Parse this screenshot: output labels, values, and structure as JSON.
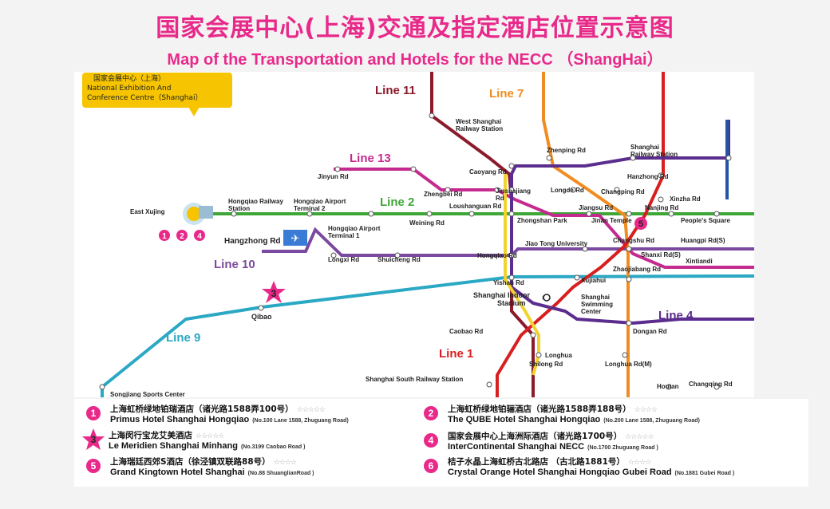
{
  "title_cn": "国家会展中心(上海)交通及指定酒店位置示意图",
  "title_en": "Map of the Transportation and Hotels for the NECC （ShangHai）",
  "callout": {
    "cn": "国家会展中心（上海）",
    "en1": "National Exhibition And",
    "en2": "Conference Centre（Shanghai）"
  },
  "venue_markers": [
    "1",
    "2",
    "4"
  ],
  "qibao_marker": "3",
  "jinan_marker": "5",
  "lines": {
    "line11": {
      "name": "Line 11",
      "color": "#8b1a2b"
    },
    "line7": {
      "name": "Line 7",
      "color": "#f08c20"
    },
    "line13": {
      "name": "Line 13",
      "color": "#c42a8f"
    },
    "line2": {
      "name": "Line 2",
      "color": "#3ea637"
    },
    "line10": {
      "name": "Line 10",
      "color": "#7b4aa0"
    },
    "line9": {
      "name": "Line 9",
      "color": "#2aa8c4"
    },
    "line4": {
      "name": "Line 4",
      "color": "#5b2d8e"
    },
    "line1": {
      "name": "Line 1",
      "color": "#d81e1e"
    },
    "line3": {
      "name": "",
      "color": "#f2d22e"
    }
  },
  "stations": {
    "west_shanghai_1": "West Shanghai",
    "west_shanghai_2": "Railway Station",
    "jinyun": "Jinyun Rd",
    "east_xujing": "East Xujing",
    "hongqiao_rail_1": "Hongqiao Railway",
    "hongqiao_rail_2": "Station",
    "hq_airport_t2_1": "Hongqiao Airport",
    "hq_airport_t2_2": "Terminal 2",
    "hq_airport_t1_1": "Hongqiao Airport",
    "hq_airport_t1_2": "Terminal 1",
    "hangzhong": "Hangzhong Rd",
    "longxi": "Longxi Rd",
    "shuicheng": "Shuicheng Rd",
    "zhengbei": "Zhengbei Rd",
    "jinshajiang": "Jinshajiang",
    "jinshajiang2": "Rd",
    "caoyang": "Caoyang Rd",
    "loushanguan": "Loushanguan  Rd",
    "weining": "Weining Rd",
    "zhenping": "Zhenping Rd",
    "longde": "Longde Rd",
    "changping": "Changping Rd",
    "sh_railway_1": "Shanghai",
    "sh_railway_2": "Railway Station",
    "hanzhong": "Hanzhong Rd",
    "xinzha": "Xinzha Rd",
    "zhongshan_park": "Zhongshan Park",
    "jiangsu": "Jiangsu Rd",
    "jinan_temple": "Jinan Temple",
    "nanjing": "Nanjing Rd",
    "peoples_square": "People's Square",
    "jiao_tong": "Jiao Tong University",
    "changshu": "Changshu Rd",
    "huangpi": "Huangpi Rd(S)",
    "shanxi": "Shanxi Rd(S)",
    "xintiandi": "Xintiandi",
    "hongqiao_rd": "Hongqiao Rd",
    "zhaojiabang": "Zhaojiabang Rd",
    "yishan": "Yishan Rd",
    "xujiahui": "Xujiahui",
    "sh_indoor_1": "Shanghai Indoor",
    "sh_indoor_2": "Stadium",
    "sh_swim_1": "Shanghai",
    "sh_swim_2": "Swimming",
    "sh_swim_3": "Center",
    "qibao": "Qibao",
    "caobao": "Caobao Rd",
    "dongan": "Dongan Rd",
    "longhua": "Longhua",
    "shilong": "Shilong Rd",
    "longhua_m": "Longhua Rd(M)",
    "sh_south": "Shanghai South Railway Station",
    "houtan": "Houtan",
    "changqing": "Changqing Rd",
    "songjiang": "Songjiang Sports Center"
  },
  "hotels": [
    {
      "num": "1",
      "cn": "上海虹桥绿地铂瑞酒店（诸光路1588弄100号）",
      "stars": "☆☆☆☆☆",
      "en": "Primus Hotel Shanghai Hongqiao",
      "addr": "(No.100 Lane 1588, Zhuguang Road)"
    },
    {
      "num": "2",
      "cn": "上海虹桥绿地铂骊酒店（诸光路1588弄188号）",
      "stars": "☆☆☆☆",
      "en": "The QUBE Hotel Shanghai Hongqiao",
      "addr": "(No.200 Lane 1588, Zhuguang Road)"
    },
    {
      "num": "3",
      "cn": "上海闵行宝龙艾美酒店",
      "stars": "☆☆☆☆☆",
      "en": "Le Meridien Shanghai Minhang",
      "addr": "(No.3199 Caobao Road )"
    },
    {
      "num": "4",
      "cn": "国家会展中心上海洲际酒店（诸光路1700号）",
      "stars": "☆☆☆☆☆",
      "en": "InterContinental Shanghai NECC",
      "addr": "(No.1700 Zhuguang Road )"
    },
    {
      "num": "5",
      "cn": "上海瑞廷西郊S酒店（徐泾镇双联路88号）",
      "stars": "☆☆☆☆",
      "en": "Grand Kingtown Hotel Shanghai",
      "addr": "(No.88 ShuanglianRoad )"
    },
    {
      "num": "6",
      "cn": "桔子水晶上海虹桥古北路店 （古北路1881号）",
      "stars": "☆☆☆☆",
      "en": "Crystal Orange Hotel Shanghai Hongqiao Gubei Road",
      "addr": "(No.1881 Gubei Road )"
    }
  ]
}
